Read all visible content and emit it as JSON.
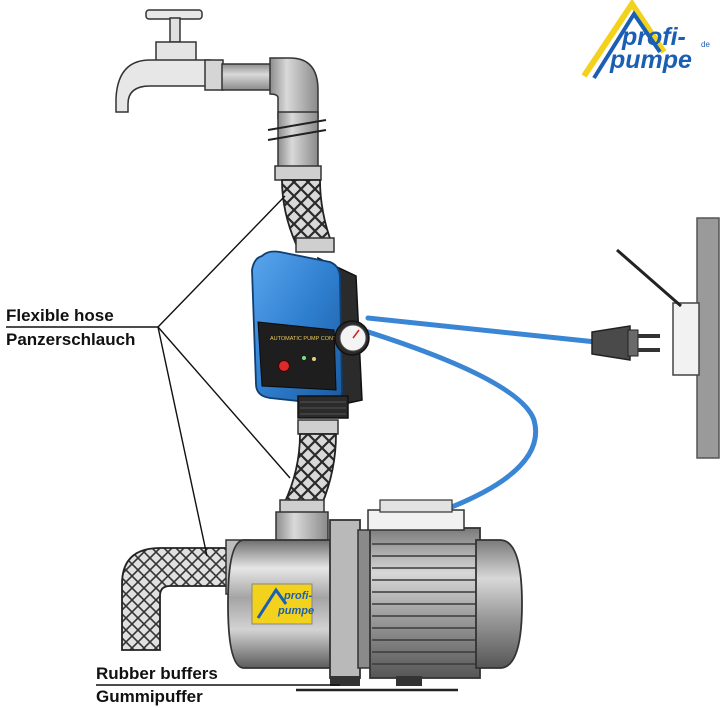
{
  "labels": {
    "flexible_hose": "Flexible hose",
    "panzerschlauch": "Panzerschlauch",
    "rubber_buffers": "Rubber buffers",
    "gummipuffer": "Gummipuffer"
  },
  "logo": {
    "line1": "profi-",
    "line2": "pumpe",
    "suffix": "de"
  },
  "pump_logo": {
    "line1": "profi-",
    "line2": "pumpe"
  },
  "controller": {
    "panel_text": "AUTOMATIC PUMP CONTROL"
  },
  "colors": {
    "brand_blue": "#1a5fb4",
    "brand_yellow": "#f2d21c",
    "controller_blue": "#2f7fd0",
    "cable_blue": "#3a86d4",
    "pipe_gray": "#b5b5b5",
    "wall_gray": "#9a9a9a"
  }
}
